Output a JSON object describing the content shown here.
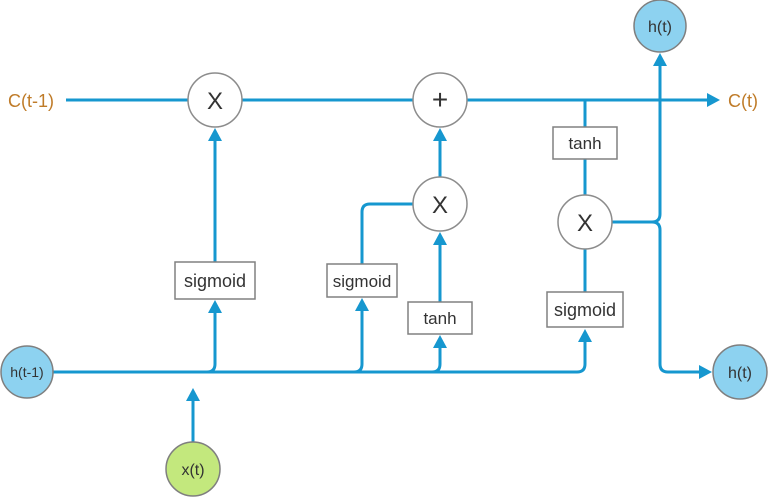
{
  "colors": {
    "background": "#ffffff",
    "wire": "#1697cf",
    "label_orange": "#bf7b28",
    "node_blue_fill": "#8dd2f0",
    "node_green_fill": "#c3e87d",
    "node_border": "#7f7f7f",
    "op_circle_fill": "#ffffff",
    "op_circle_border": "#8c8c8c",
    "box_fill": "#ffffff",
    "box_border": "#808080",
    "text_dark": "#333333"
  },
  "nodes": {
    "cell_state_in": {
      "label": "C(t-1)"
    },
    "cell_state_out": {
      "label": "C(t)"
    },
    "hidden_in": {
      "label": "h(t-1)"
    },
    "input": {
      "label": "x(t)"
    },
    "hidden_out_top": {
      "label": "h(t)"
    },
    "hidden_out_right": {
      "label": "h(t)"
    }
  },
  "operators": {
    "forget_multiply": "X",
    "add": "+",
    "input_multiply": "X",
    "output_multiply": "X"
  },
  "activations": {
    "forget_sigmoid": "sigmoid",
    "input_sigmoid": "sigmoid",
    "candidate_tanh": "tanh",
    "cell_output_tanh": "tanh",
    "output_sigmoid": "sigmoid"
  }
}
